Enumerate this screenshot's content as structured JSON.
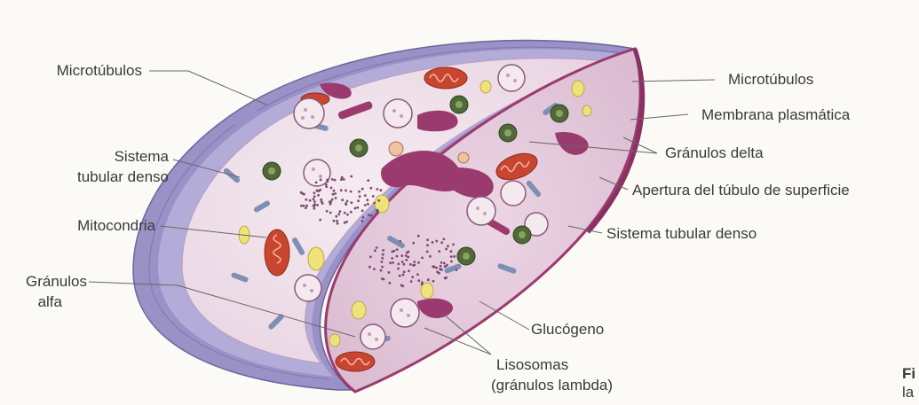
{
  "labels": {
    "left_microtubules": "Microtúbulos",
    "left_dense_tubular_line1": "Sistema",
    "left_dense_tubular_line2": "tubular denso",
    "left_mitochondria": "Mitocondria",
    "left_alpha_line1": "Gránulos",
    "left_alpha_line2": "alfa",
    "right_microtubules": "Microtúbulos",
    "right_plasma_membrane": "Membrana plasmática",
    "right_delta_granules": "Gránulos delta",
    "right_surface_tubule": "Apertura del túbulo de superficie",
    "right_dense_tubular": "Sistema tubular denso",
    "bottom_glycogen": "Glucógeno",
    "bottom_lysosomes_line1": "Lisosomas",
    "bottom_lysosomes_line2": "(gránulos lambda)"
  },
  "caption_fragment": {
    "line1": "Fi",
    "line2": "la"
  },
  "colors": {
    "cell_rim": "#8d86b8",
    "cytoplasm": "#efdfe9",
    "cut_face": "#e2c8dc",
    "mitochondria": "#c8462f",
    "delta_granule": "#4f6a36",
    "alpha_granule": "#f1cfd6",
    "glycogen_dot": "#7a4a6c",
    "tubular_system": "#9b3a6f",
    "lipid_yellow": "#f0e27a",
    "leader_line": "#666666"
  }
}
